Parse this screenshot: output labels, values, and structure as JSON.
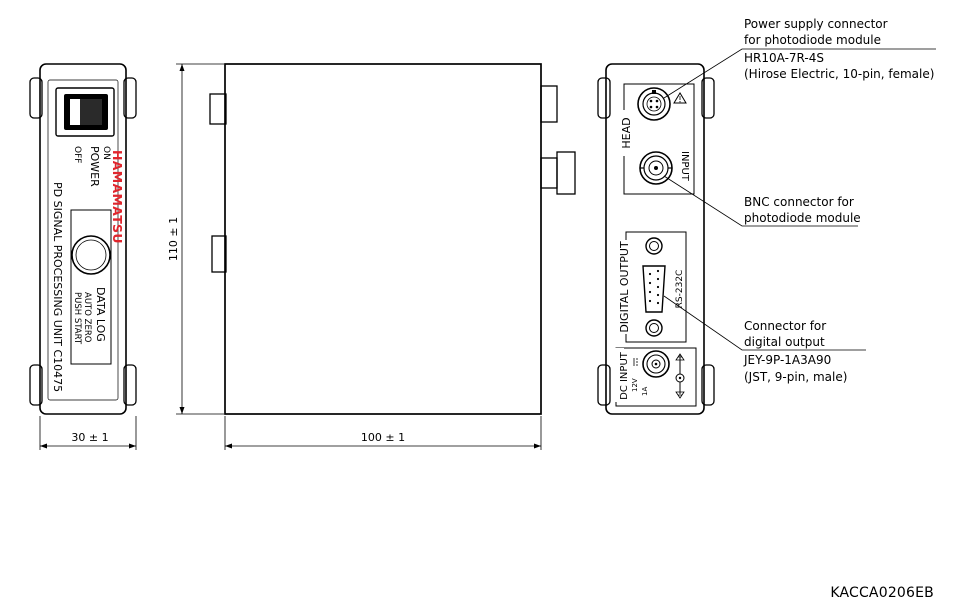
{
  "front": {
    "power_on": "ON",
    "power_label": "POWER",
    "power_off": "OFF",
    "brand": "HAMAMATSU",
    "button_title": "DATA LOG",
    "button_line1": "AUTO ZERO",
    "button_line2": "PUSH START",
    "product_name": "PD SIGNAL PROCESSING UNIT C10475"
  },
  "dimensions": {
    "width_front": "30 ± 1",
    "depth": "100 ± 1",
    "height": "110 ± 1"
  },
  "rear": {
    "head_label": "HEAD",
    "input_label": "INPUT",
    "digital_output_label": "DIGITAL OUTPUT",
    "rs232c_label": "RS-232C",
    "dc_input_label": "DC INPUT",
    "voltage_label": "12V",
    "current_label": "1A"
  },
  "callouts": {
    "power_connector": {
      "line1": "Power supply connector",
      "line2": "for photodiode module",
      "line3": "HR10A-7R-4S",
      "line4": "(Hirose Electric, 10-pin, female)"
    },
    "bnc_connector": {
      "line1": "BNC connector for",
      "line2": "photodiode module"
    },
    "digital_connector": {
      "line1": "Connector for",
      "line2": "digital output",
      "line3": "JEY-9P-1A3A90",
      "line4": "(JST, 9-pin, male)"
    }
  },
  "figure_code": "KACCA0206EB"
}
